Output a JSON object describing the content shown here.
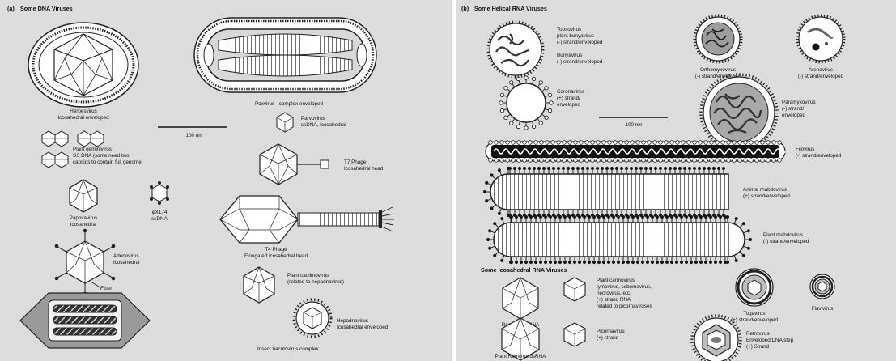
{
  "panel_a": {
    "title_prefix": "(a)",
    "title": "Some DNA Viruses",
    "scale_bar": "100 nm",
    "viruses": {
      "herpes": [
        "Herpesvirus",
        "Icosahedral enveloped"
      ],
      "pox": [
        "Poxvirus - complex enveloped"
      ],
      "parvo": [
        "Parvovirus",
        "ssDNA, Icosahedral"
      ],
      "gemini": [
        "Plant geminivirus",
        "SS DNA (some need two",
        "capsids to contain full genome"
      ],
      "t7": [
        "T7 Phage",
        "Icosahedral head"
      ],
      "papova": [
        "Papovavirus",
        "Icosahedral"
      ],
      "phix": [
        "φX174",
        "ssDNA"
      ],
      "t4": [
        "T4 Phage",
        "Elongated icosahedral head"
      ],
      "adeno": [
        "Adenovirus",
        "Icosahedral"
      ],
      "fiber": "Fiber",
      "caulimo": [
        "Plant caulimovirus",
        "(related to hepadnavirus)"
      ],
      "hepadna": [
        "Hepadnavirus",
        "Icosahedral enveloped"
      ],
      "baculo": [
        "Insect baculovirus complex"
      ]
    }
  },
  "panel_b": {
    "title_prefix": "(b)",
    "title": "Some Helical RNA Viruses",
    "subtitle2": "Some Icosahedral RNA Viruses",
    "scale_bar": "100 nm",
    "viruses": {
      "topso": [
        "Topsovirus",
        "plant bunyavirus",
        "(-) strand/enveloped"
      ],
      "bunya": [
        "Bunyavirus",
        "(-) strand/enveloped"
      ],
      "orthomyxo": [
        "Orthomyxovirus",
        "(-) strand/enveloped"
      ],
      "arena": [
        "Arenavirus",
        "(-) strand/enveloped"
      ],
      "corona": [
        "Coronavirus",
        "(+) strand/",
        "enveloped"
      ],
      "paramyxo": [
        "Paramyxovirus",
        "(-) strand/",
        "enveloped"
      ],
      "filo": [
        "Filovirus",
        "(-) strand/enveloped"
      ],
      "animal_rhabdo": [
        "Animal rhabdovirus",
        "(+) strand/enveloped"
      ],
      "plant_rhabdo": [
        "Plant rhabdovirus",
        "(-) strand/enveloped"
      ],
      "reo": [
        "Reovirus dsRNA"
      ],
      "carmo": [
        "Plant carmovirus,",
        "tymovirus, sobemovirus,",
        "necrovirus, etc.",
        "(+) strand RNA",
        "related to picornaviruses"
      ],
      "toga": [
        "Togavirus",
        "(+) strand/enveloped"
      ],
      "flavi": [
        "Flavivirus"
      ],
      "picorna": [
        "Picornavirus",
        "(+) strand"
      ],
      "plant_reo": [
        "Plant Reovirus dsRNA"
      ],
      "retro": [
        "Retrovirus",
        "Enveloped/DNA step",
        "(+) Strand"
      ]
    }
  },
  "colors": {
    "panel_bg": "#dcdcdc",
    "ink": "#111111",
    "fill_white": "#ffffff",
    "fill_gray": "#bdbdbd"
  }
}
